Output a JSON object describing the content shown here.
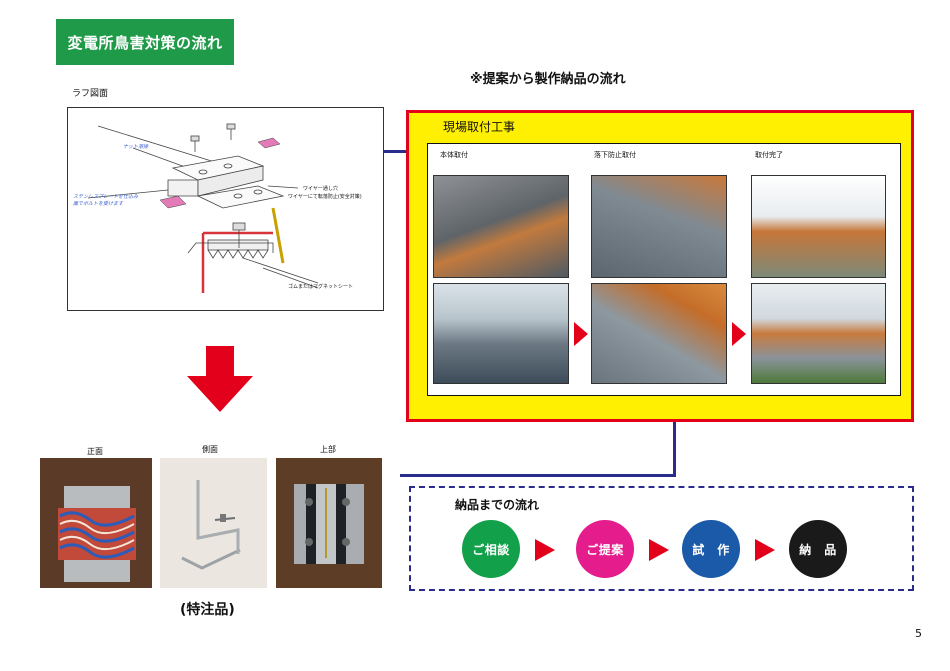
{
  "header": {
    "title": "変電所鳥害対策の流れ"
  },
  "subtitle": "※提案から製作納品の流れ",
  "rough": {
    "label": "ラフ図面",
    "notes": {
      "nut": "ナット溶接",
      "plate_line1": "ステンレスプレートを仕込み",
      "plate_line2": "面でボルトを受けます",
      "wire_line1": "ワイヤー通し穴",
      "wire_line2": "ワイヤーにて転落防止(安全対策)",
      "magnet": "ゴムまたはマグネットシート"
    }
  },
  "site_work": {
    "title": "現場取付工事",
    "columns": [
      "本体取付",
      "落下防止取付",
      "取付完了"
    ]
  },
  "product": {
    "views": [
      "正面",
      "側面",
      "上部"
    ],
    "caption": "(特注品)"
  },
  "flow": {
    "title": "納品までの流れ",
    "steps": [
      {
        "label": "ご相談",
        "color": "#12a04a"
      },
      {
        "label": "ご提案",
        "color": "#e51d8c"
      },
      {
        "label": "試　作",
        "color": "#1a5aa8"
      },
      {
        "label": "納　品",
        "color": "#1a1a1a"
      }
    ]
  },
  "colors": {
    "title_green": "#1f9a48",
    "connector_blue": "#2a2c8c",
    "arrow_red": "#e3001b",
    "panel_yellow": "#ffef00"
  },
  "page_number": "5"
}
